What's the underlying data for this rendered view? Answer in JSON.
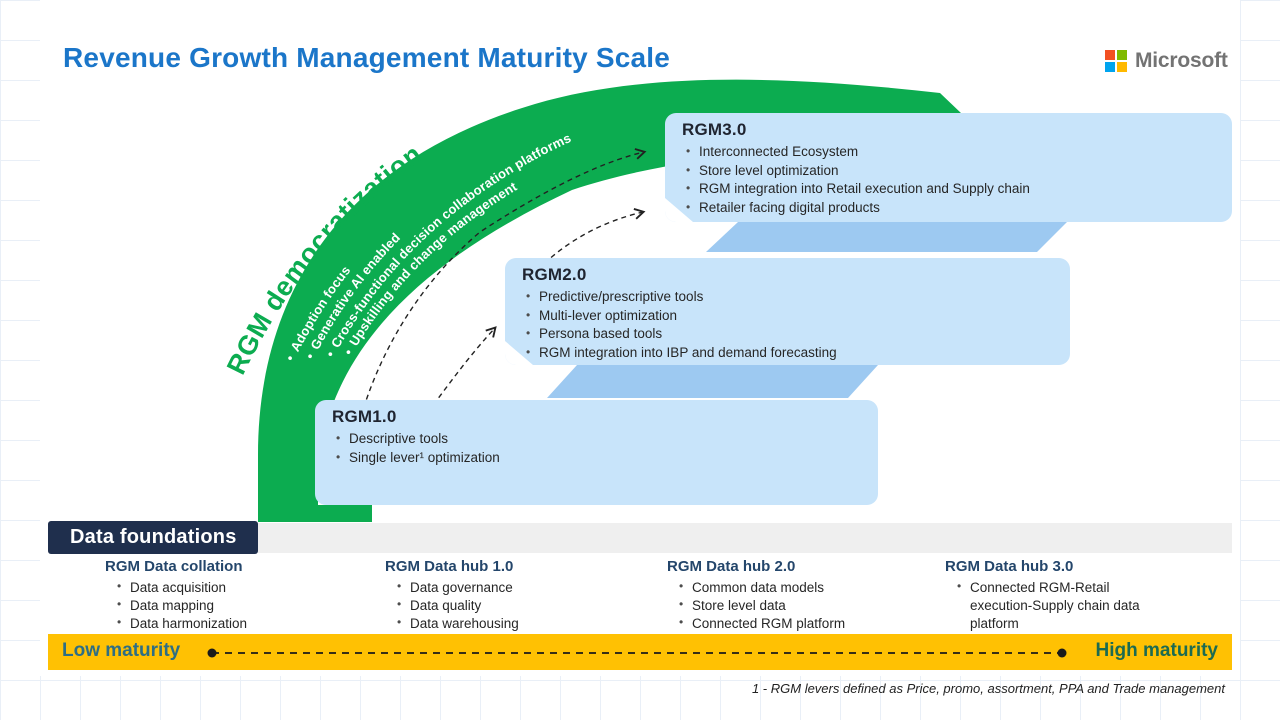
{
  "slide": {
    "title": "Revenue Growth Management Maturity Scale",
    "footnote": "1 - RGM levers defined as Price, promo, assortment, PPA and Trade management"
  },
  "logo": {
    "name": "Microsoft"
  },
  "glyphs": {
    "bullet": "•"
  },
  "arc": {
    "label": "RGM democratization",
    "bullets": [
      "Adoption focus",
      "Generative AI enabled",
      "Cross-functional decision collaboration platforms",
      "Upskilling and change management"
    ]
  },
  "stages": [
    {
      "title": "RGM1.0",
      "bullets": [
        "Descriptive tools",
        "Single lever¹ optimization"
      ]
    },
    {
      "title": "RGM2.0",
      "bullets": [
        "Predictive/prescriptive tools",
        "Multi-lever optimization",
        "Persona based tools",
        "RGM integration into IBP and demand forecasting"
      ]
    },
    {
      "title": "RGM3.0",
      "bullets": [
        "Interconnected Ecosystem",
        "Store level optimization",
        "RGM integration into Retail execution and Supply chain",
        "Retailer facing digital products"
      ]
    }
  ],
  "data_foundations": {
    "label": "Data foundations",
    "columns": [
      {
        "title": "RGM Data collation",
        "bullets": [
          "Data acquisition",
          "Data mapping",
          "Data harmonization"
        ]
      },
      {
        "title": "RGM Data hub 1.0",
        "bullets": [
          "Data governance",
          "Data quality",
          "Data warehousing"
        ]
      },
      {
        "title": "RGM Data hub 2.0",
        "bullets": [
          "Common data models",
          "Store level data",
          "Connected RGM platform"
        ]
      },
      {
        "title": "RGM Data hub 3.0",
        "bullets": [
          "Connected RGM-Retail execution-Supply chain data platform"
        ]
      }
    ]
  },
  "maturity": {
    "low": "Low maturity",
    "high": "High maturity"
  },
  "colors": {
    "arc_green": "#0cac50",
    "stage_box_blue": "#c8e4fa",
    "flap_blue": "#9dc9f1",
    "foundations_navy": "#1f2f4d",
    "maturity_gold": "#ffc103",
    "title_blue": "#1b76c9",
    "low_maturity_teal": "#2e6e84",
    "high_maturity_green": "#1c6b51",
    "column_heading_navy": "#24466b"
  }
}
